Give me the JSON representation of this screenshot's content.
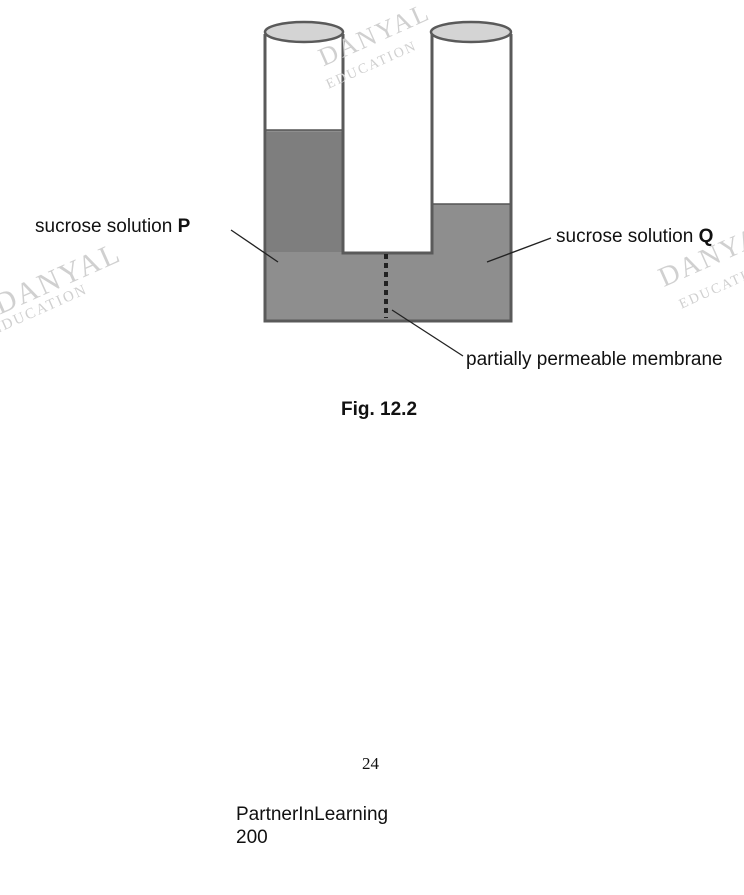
{
  "diagram": {
    "label_left_text": "sucrose solution ",
    "label_left_letter": "P",
    "label_right_text": "sucrose solution ",
    "label_right_letter": "Q",
    "label_membrane": "partially permeable membrane",
    "caption": "Fig. 12.2"
  },
  "watermark": {
    "brand": "DANYAL",
    "sub": "EDUCATION"
  },
  "footer": {
    "page_number": "24",
    "line1": "PartnerInLearning",
    "line2": "200"
  },
  "colors": {
    "solution": "#8e8e8e",
    "solution_dark": "#7c7c7c",
    "tube_outline": "#5a5a5a",
    "rim": "#cfcfcf"
  }
}
